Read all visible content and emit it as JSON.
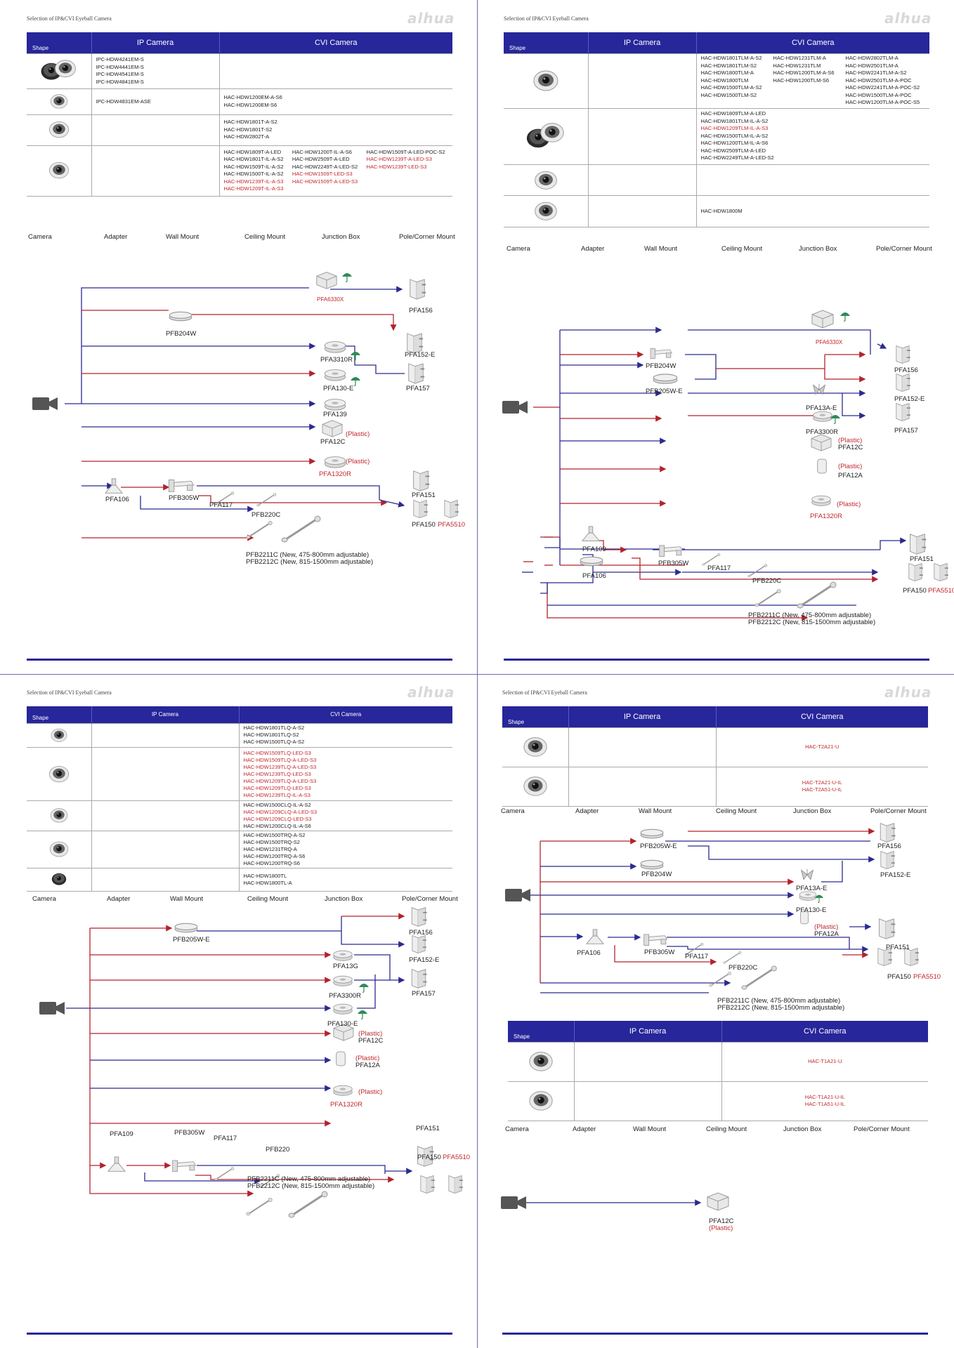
{
  "header_text": "Selection of IP&CVI Eyeball Camera",
  "logo_text": "alhua",
  "table_headers": {
    "shape": "Shape",
    "ip": "IP Camera",
    "cvi": "CVI Camera"
  },
  "col_headers": {
    "camera": "Camera",
    "adapter": "Adapter",
    "wall": "Wall Mount",
    "ceiling": "Ceiling Mount",
    "junction": "Junction Box",
    "pole": "Pole/Corner Mount"
  },
  "p1": {
    "rows": [
      {
        "ip": [
          "IPC-HDW4241EM-S",
          "IPC-HDW4441EM-S",
          "IPC-HDW4541EM-S",
          "IPC-HDW4841EM-S"
        ],
        "cvi": []
      },
      {
        "ip": [
          "IPC-HDW4831EM-ASE"
        ],
        "cvi": [
          "HAC-HDW1200EM-A-S6",
          "HAC-HDW1200EM-S6"
        ]
      },
      {
        "ip": [],
        "cvi": [
          "HAC-HDW1801T-A-S2",
          "HAC-HDW1801T-S2",
          "HAC-HDW2802T-A"
        ]
      }
    ],
    "row4": {
      "c1": [
        "HAC-HDW1809T-A-LED",
        "HAC-HDW1801T-IL-A-S2",
        "HAC-HDW1509T-IL-A-S2",
        "HAC-HDW1500T-IL-A-S2"
      ],
      "c1r": [
        "HAC-HDW1239T-IL-A-S3",
        "HAC-HDW1209T-IL-A-S3"
      ],
      "c2": [
        "HAC-HDW1200T-IL-A-S6",
        "HAC-HDW2509T-A-LED",
        "HAC-HDW2249T-A-LED-S2"
      ],
      "c2r": [
        "HAC-HDW1509T-LED-S3",
        "HAC-HDW1509T-A-LED-S3"
      ],
      "c3": [
        "HAC-HDW1509T-A-LED-POC-S2"
      ],
      "c3r": [
        "HAC-HDW1239T-A-LED-S3",
        "HAC-HDW1239T-LED-S3"
      ]
    },
    "labels": {
      "pfa6330x": "PFA6330X",
      "pfa156": "PFA156",
      "pfb204w": "PFB204W",
      "pfa3310r": "PFA3310R",
      "pfa152e": "PFA152-E",
      "pfa130e": "PFA130-E",
      "pfa157": "PFA157",
      "pfa139": "PFA139",
      "pfa12c": "PFA12C",
      "plastic": "(Plastic)",
      "pfa1320r": "PFA1320R",
      "pfa106": "PFA106",
      "pfb305w": "PFB305W",
      "pfa117": "PFA117",
      "pfb220c": "PFB220C",
      "pfa151": "PFA151",
      "pfa150": "PFA150",
      "pfa5510": "PFA5510",
      "pfb2211c": "PFB2211C  (New, 475-800mm adjustable)",
      "pfb2212c": "PFB2212C  (New, 815-1500mm adjustable)"
    }
  },
  "p2": {
    "row1": {
      "c1": [
        "HAC-HDW1801TLM-A-S2",
        "HAC-HDW1801TLM-S2",
        "HAC-HDW1800TLM-A",
        "HAC-HDW1800TLM",
        "HAC-HDW1500TLM-A-S2",
        "HAC-HDW1500TLM-S2"
      ],
      "c2": [
        "HAC-HDW1231TLM-A",
        "HAC-HDW1231TLM",
        "HAC-HDW1200TLM-A-S6",
        "HAC-HDW1200TLM-S6"
      ],
      "c3": [
        "HAC-HDW2802TLM-A",
        "HAC-HDW2501TLM-A",
        "HAC-HDW2241TLM-A-S2",
        "HAC-HDW2501TLM-A-POC",
        "HAC-HDW2241TLM-A-POC-S2",
        "HAC-HDW1500TLM-A-POC",
        "HAC-HDW1200TLM-A-POC-S5"
      ]
    },
    "row2a": [
      "HAC-HDW1809TLM-A-LED",
      "HAC-HDW1801TLM-IL-A-S2"
    ],
    "row2r": [
      "HAC-HDW1209TLM-IL-A-S3"
    ],
    "row2b": [
      "HAC-HDW1500TLM-IL-A-S2",
      "HAC-HDW1200TLM-IL-A-S6",
      "HAC-HDW2509TLM-A-LED",
      "HAC-HDW2249TLM-A-LED-S2"
    ],
    "row4": [
      "HAC-HDW1800M"
    ],
    "labels": {
      "pfa6330x": "PFA6330X",
      "pfb204w": "PFB204W",
      "pfb205we": "PFB205W-E",
      "pfa156": "PFA156",
      "pfa13ae": "PFA13A-E",
      "pfa152e": "PFA152-E",
      "pfa3300r": "PFA3300R",
      "pfa157": "PFA157",
      "pfa12c": "PFA12C",
      "plastic": "(Plastic)",
      "pfa12a": "PFA12A",
      "pfa1320r": "PFA1320R",
      "pfa109": "PFA109",
      "pfa106": "PFA106",
      "pfb305w": "PFB305W",
      "pfa117": "PFA117",
      "pfb220c": "PFB220C",
      "pfa151": "PFA151",
      "pfa150": "PFA150",
      "pfa5510": "PFA5510",
      "pfb2211c": "PFB2211C  (New, 475-800mm adjustable)",
      "pfb2212c": "PFB2212C  (New, 815-1500mm adjustable)"
    }
  },
  "p3": {
    "rows": [
      {
        "b": [
          "HAC-HDW1801TLQ-A-S2",
          "HAC-HDW1801TLQ-S2",
          "HAC-HDW1500TLQ-A-S2"
        ],
        "r": []
      },
      {
        "b": [],
        "r": [
          "HAC-HDW1509TLQ-LED-S3",
          "HAC-HDW1509TLQ-A-LED-S3",
          "HAC-HDW1239TLQ-A-LED-S3",
          "HAC-HDW1239TLQ-LED-S3",
          "HAC-HDW1209TLQ-A-LED-S3",
          "HAC-HDW1209TLQ-LED-S3",
          "HAC-HDW1239TLQ-IL-A-S3"
        ]
      },
      {
        "b": [
          "HAC-HDW1500CLQ-IL-A-S2"
        ],
        "r": [
          "HAC-HDW1209CLQ-A-LED-S3",
          "HAC-HDW1209CLQ-LED-S3"
        ],
        "b2": [
          "HAC-HDW1200CLQ-IL-A-S6"
        ]
      },
      {
        "b": [
          "HAC-HDW1500TRQ-A-S2",
          "HAC-HDW1500TRQ-S2",
          "HAC-HDW1231TRQ-A",
          "HAC-HDW1200TRQ-A-S6",
          "HAC-HDW1200TRQ-S6"
        ],
        "r": []
      },
      {
        "b": [
          "HAC-HDW1800TL",
          "HAC-HDW1800TL-A"
        ],
        "r": []
      }
    ],
    "labels": {
      "pfb205we": "PFB205W-E",
      "pfa156": "PFA156",
      "pfa13g": "PFA13G",
      "pfa152e": "PFA152-E",
      "pfa3300r": "PFA3300R",
      "pfa157": "PFA157",
      "pfa130e": "PFA130-E",
      "plastic": "(Plastic)",
      "pfa12c": "PFA12C",
      "pfa12a": "PFA12A",
      "pfa1320r": "PFA1320R",
      "pfa109": "PFA109",
      "pfb305w": "PFB305W",
      "pfa117": "PFA117",
      "pfb220": "PFB220",
      "pfa151": "PFA151",
      "pfa150": "PFA150",
      "pfa5510": "PFA5510",
      "pfb2211c": "PFB2211C  (New, 475-800mm adjustable)",
      "pfb2212c": "PFB2212C  (New, 815-1500mm adjustable)"
    }
  },
  "p4": {
    "t1": [
      [
        "HAC-T2A21-U"
      ],
      [
        "HAC-T2A21-U-IL",
        "HAC-T2A51-U-IL"
      ]
    ],
    "t2": [
      [
        "HAC-T1A21-U"
      ],
      [
        "HAC-T1A21-U-IL",
        "HAC-T1A51-U-IL"
      ]
    ],
    "labels": {
      "pfb205we": "PFB205W-E",
      "pfb204w": "PFB204W",
      "pfa156": "PFA156",
      "pfa152e": "PFA152-E",
      "pfa13ae": "PFA13A-E",
      "pfa130e": "PFA130-E",
      "plastic": "(Plastic)",
      "pfa12a": "PFA12A",
      "pfa106": "PFA106",
      "pfb305w": "PFB305W",
      "pfa117": "PFA117",
      "pfb220c": "PFB220C",
      "pfa151": "PFA151",
      "pfa150": "PFA150",
      "pfa5510": "PFA5510",
      "pfb2211c": "PFB2211C  (New, 475-800mm adjustable)",
      "pfb2212c": "PFB2212C  (New, 815-1500mm adjustable)",
      "pfa12c": "PFA12C"
    }
  },
  "colors": {
    "blue": "#27269a",
    "red": "#c0272d",
    "line_blue": "#2b2b8f",
    "line_red": "#b3232c"
  }
}
